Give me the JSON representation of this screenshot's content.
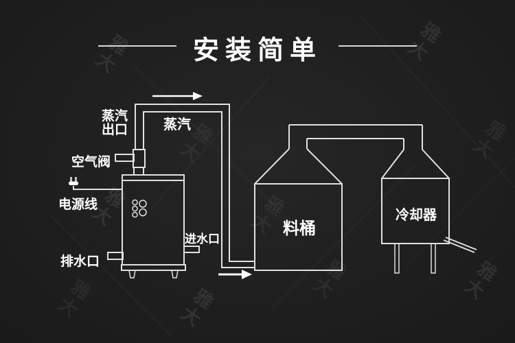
{
  "page": {
    "background_color": "#1f1f1f",
    "line_color": "#e2e2e2",
    "text_color": "#ffffff"
  },
  "header": {
    "title": "安装简单"
  },
  "watermark": {
    "text": "雅大"
  },
  "diagram": {
    "boiler": {
      "steam_outlet_label_line1": "蒸汽",
      "steam_outlet_label_line2": "出口",
      "air_valve_label": "空气阀",
      "power_cord_label": "电源线",
      "water_inlet_label": "进水口",
      "drain_outlet_label": "排水口"
    },
    "pipes": {
      "steam_label": "蒸汽"
    },
    "vessels": {
      "material_barrel_label": "料桶",
      "cooler_label": "冷却器"
    }
  }
}
